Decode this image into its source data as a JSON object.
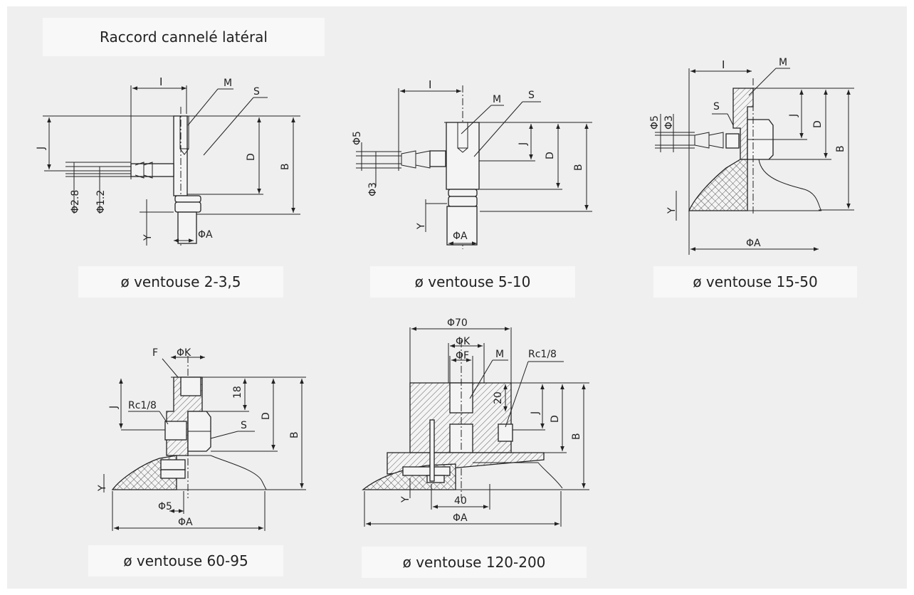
{
  "title": "Raccord cannelé latéral",
  "captions": [
    "ø ventouse 2-3,5",
    "ø ventouse 5-10",
    "ø ventouse 15-50",
    "ø ventouse 60-95",
    "ø ventouse 120-200"
  ],
  "labels": {
    "A": "ΦA",
    "B": "B",
    "D": "D",
    "J": "J",
    "I": "I",
    "Y": "Y",
    "M": "M",
    "S": "S",
    "F": "F",
    "K": "ΦK",
    "PF": "ΦF",
    "p28": "Φ2.8",
    "p12": "Φ1.2",
    "p5": "Φ5",
    "p3": "Φ3",
    "rc": "Rc1/8",
    "d18": "18",
    "d20": "20",
    "d40": "40",
    "p70": "Φ70"
  }
}
